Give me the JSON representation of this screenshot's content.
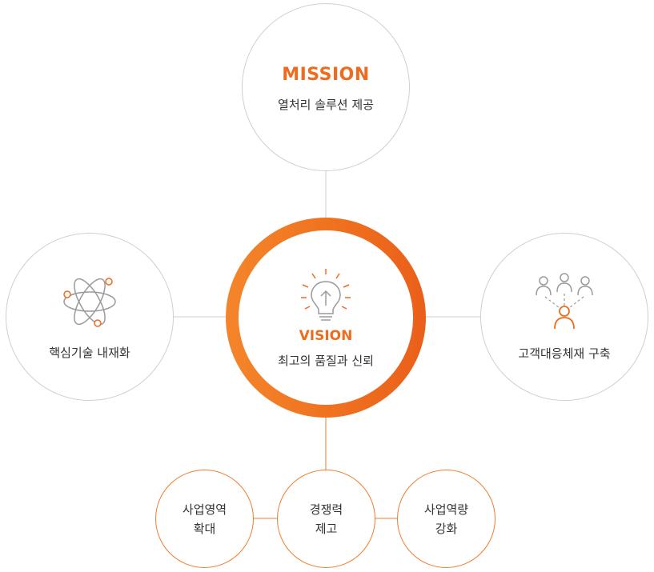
{
  "mission": {
    "title": "MISSION",
    "subtitle": "열처리 솔루션 제공"
  },
  "vision": {
    "title": "VISION",
    "subtitle": "최고의 품질과 신뢰",
    "icon": "lightbulb-icon"
  },
  "left_node": {
    "label": "핵심기술 내재화",
    "icon": "atom-icon"
  },
  "right_node": {
    "label": "고객대응체재 구축",
    "icon": "people-network-icon"
  },
  "bottom_nodes": [
    {
      "line1": "사업영역",
      "line2": "확대"
    },
    {
      "line1": "경쟁력",
      "line2": "제고"
    },
    {
      "line1": "사업역량",
      "line2": "강화"
    }
  ],
  "colors": {
    "accent": "#ef6b1e",
    "ring_start": "#f4852b",
    "ring_end": "#ea5f1a",
    "grey_border": "#cfcfcf",
    "text": "#333333"
  }
}
